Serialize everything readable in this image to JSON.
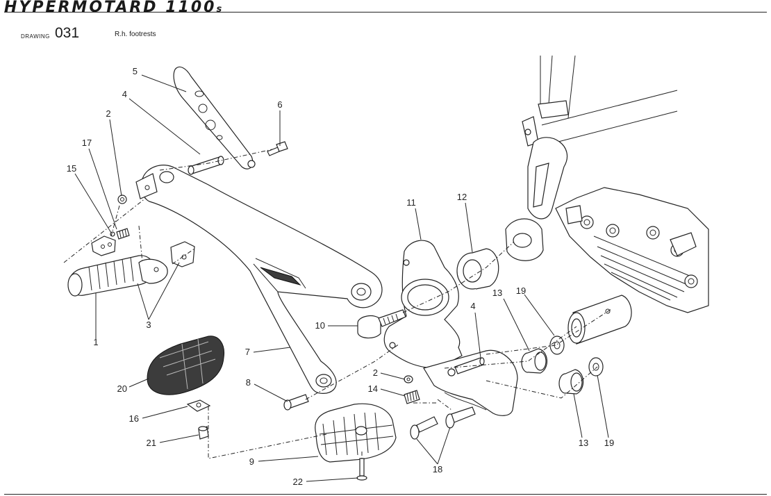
{
  "header": {
    "model_title": "HYPERMOTARD 1100",
    "model_suffix": "s"
  },
  "drawing": {
    "label": "DRAWING",
    "number": "031",
    "description": "R.h. footrests"
  },
  "callouts": {
    "c1": "1",
    "c2a": "2",
    "c2b": "2",
    "c3": "3",
    "c4a": "4",
    "c4b": "4",
    "c5": "5",
    "c6": "6",
    "c7": "7",
    "c8": "8",
    "c9": "9",
    "c10": "10",
    "c11": "11",
    "c12": "12",
    "c13a": "13",
    "c13b": "13",
    "c14": "14",
    "c15": "15",
    "c16": "16",
    "c17": "17",
    "c18": "18",
    "c19a": "19",
    "c19b": "19",
    "c20": "20",
    "c21": "21",
    "c22": "22"
  }
}
